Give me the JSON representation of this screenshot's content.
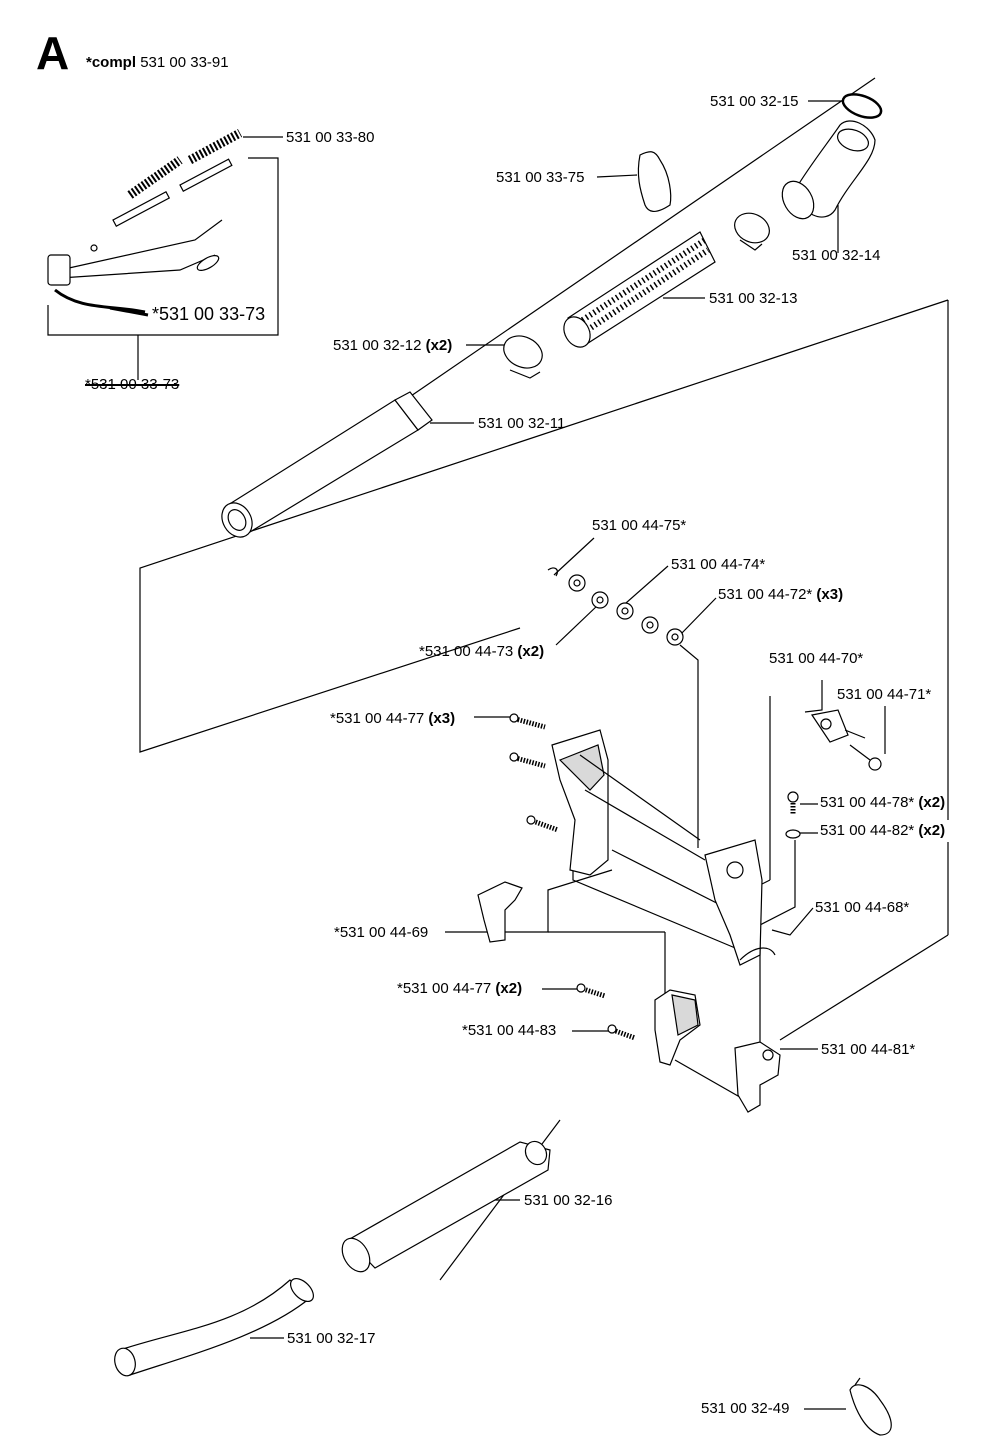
{
  "section": {
    "letter": "A",
    "compl_prefix": "*compl",
    "compl_number": "531 00 33-91"
  },
  "labels": {
    "p_33_80": "531 00 33-80",
    "p_33_73_large": "*531 00 33-73",
    "p_33_73_struck": "*531 00 33-73",
    "p_32_15": "531 00 32-15",
    "p_33_75": "531 00 33-75",
    "p_32_14": "531 00 32-14",
    "p_32_13": "531 00 32-13",
    "p_32_12": "531 00 32-12",
    "p_32_12_qty": "(x2)",
    "p_32_11": "531 00 32-11",
    "p_44_75": "531 00 44-75*",
    "p_44_74": "531 00 44-74*",
    "p_44_72": "531 00 44-72*",
    "p_44_72_qty": "(x3)",
    "p_44_73": "*531 00 44-73",
    "p_44_73_qty": "(x2)",
    "p_44_70": "531 00 44-70*",
    "p_44_71": "531 00 44-71*",
    "p_44_77a": "*531 00 44-77",
    "p_44_77a_qty": "(x3)",
    "p_44_78": "531 00 44-78*",
    "p_44_78_qty": "(x2)",
    "p_44_82": "531 00 44-82*",
    "p_44_82_qty": "(x2)",
    "p_44_68": "531 00 44-68*",
    "p_44_69": "*531 00 44-69",
    "p_44_77b": "*531 00 44-77",
    "p_44_77b_qty": "(x2)",
    "p_44_83": "*531 00 44-83",
    "p_44_81": "531 00 44-81*",
    "p_32_16": "531 00 32-16",
    "p_32_17": "531 00 32-17",
    "p_32_49": "531 00 32-49"
  },
  "colors": {
    "line": "#000000",
    "part_fill": "#ffffff",
    "shade": "#d9d9d9"
  }
}
